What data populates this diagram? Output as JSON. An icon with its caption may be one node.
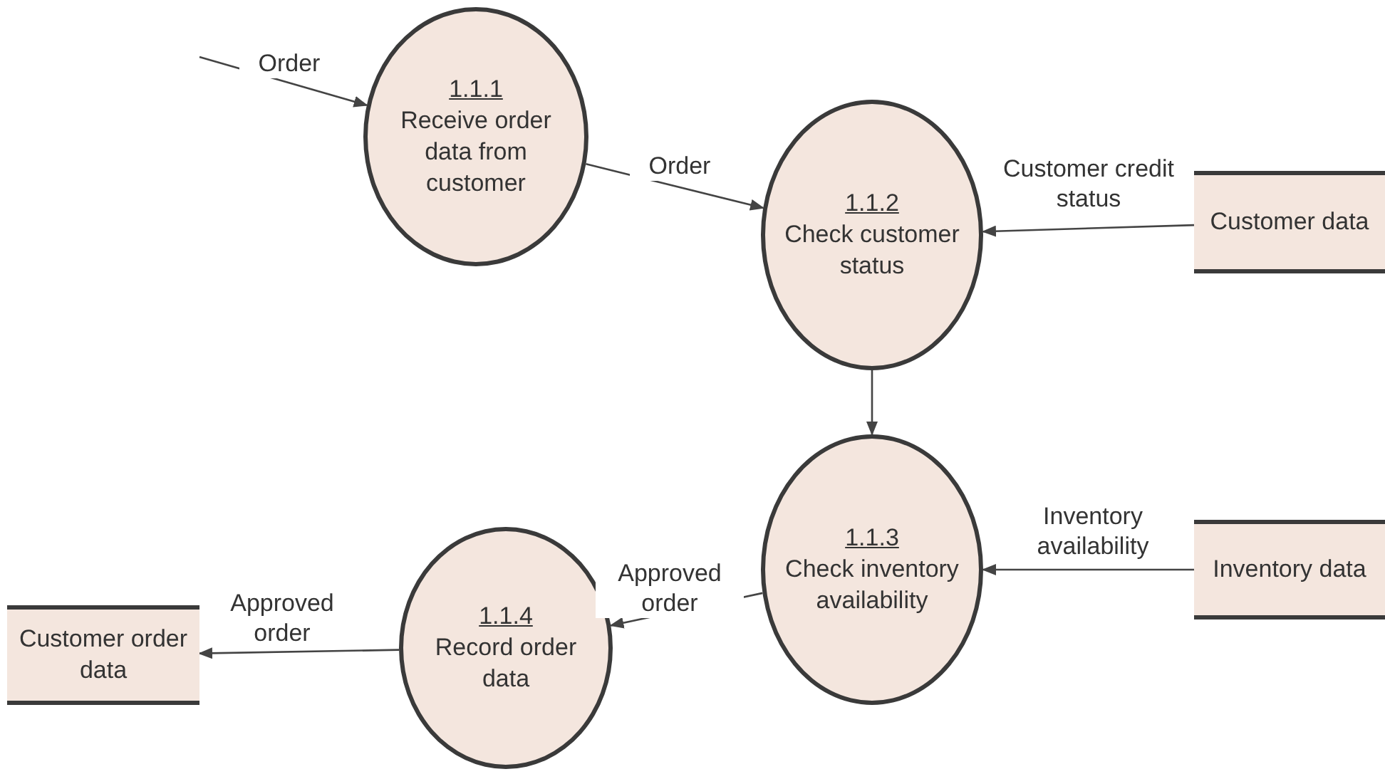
{
  "diagram": {
    "nodes": [
      {
        "text": [
          "1.1.1",
          "Receive order data from customer"
        ]
      },
      {
        "text": [
          "1.1.2",
          "Check customer status"
        ]
      },
      {
        "text": [
          "Customer data"
        ]
      },
      {
        "text": [
          "1.1.3",
          "Check inventory availability"
        ]
      },
      {
        "text": [
          "Inventory data"
        ]
      },
      {
        "text": [
          "1.1.4",
          "Record order data"
        ]
      },
      {
        "text": [
          "Customer order data"
        ]
      }
    ],
    "edges": [
      {
        "from": null,
        "to": 0,
        "arrow": "to",
        "label": "Order"
      },
      {
        "from": 0,
        "to": 1,
        "arrow": "to",
        "label": "Order"
      },
      {
        "from": 2,
        "to": 1,
        "arrow": "to",
        "label": "Customer credit status"
      },
      {
        "from": 1,
        "to": 3,
        "arrow": "to"
      },
      {
        "from": 4,
        "to": 3,
        "arrow": "to",
        "label": "Inventory availability"
      },
      {
        "from": 3,
        "to": 5,
        "arrow": "to",
        "label": "Approved order"
      },
      {
        "from": 5,
        "to": 6,
        "arrow": "to",
        "label": "Approved order"
      }
    ]
  }
}
